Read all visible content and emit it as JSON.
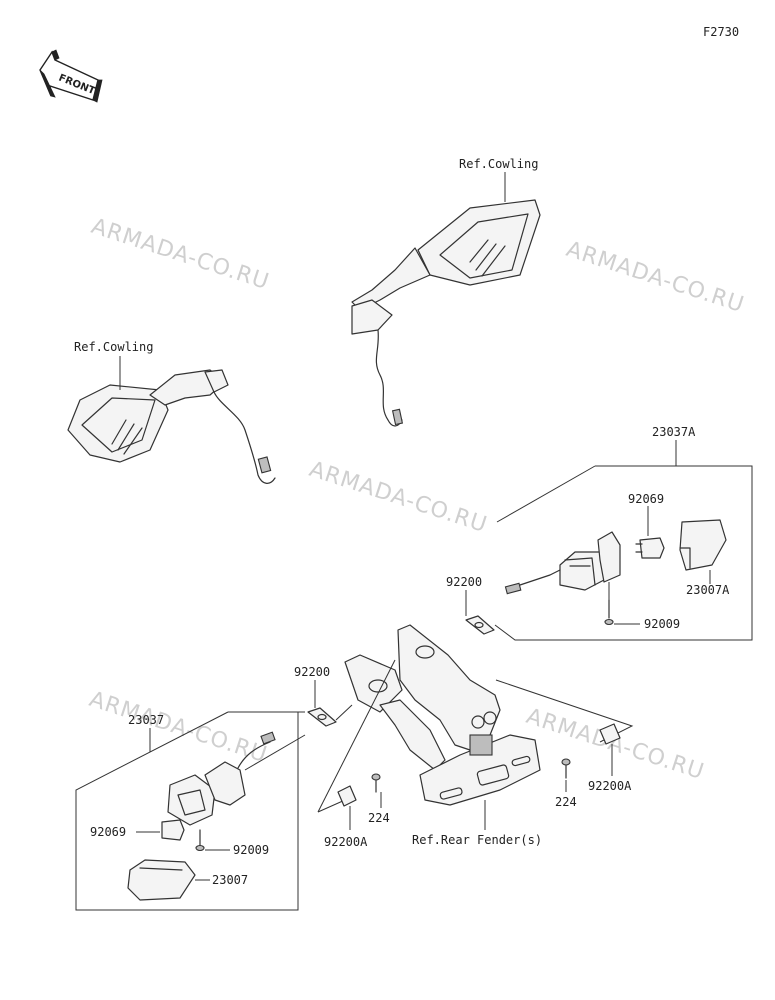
{
  "diagram_code": "F2730",
  "front_label": "FRONT",
  "watermark": "ARMADA-CO.RU",
  "labels": {
    "ref_cowling_top": "Ref.Cowling",
    "ref_cowling_left": "Ref.Cowling",
    "ref_rear_fender": "Ref.Rear Fender(s)",
    "p23037A": "23037A",
    "p92069_right": "92069",
    "p23007A": "23007A",
    "p92200_right": "92200",
    "p92009_right": "92009",
    "p92200_left": "92200",
    "p23037": "23037",
    "p92069_left": "92069",
    "p92009_left": "92009",
    "p23007": "23007",
    "p224_left": "224",
    "p92200A_left": "92200A",
    "p224_right": "224",
    "p92200A_right": "92200A"
  }
}
